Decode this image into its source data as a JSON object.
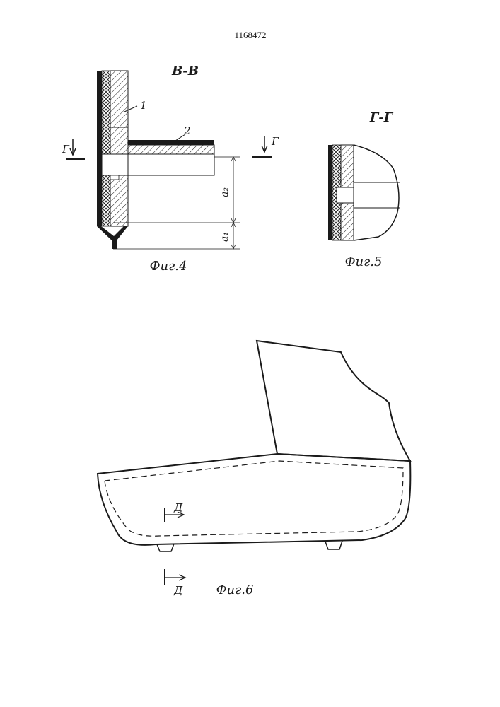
{
  "document": {
    "patent_number": "1168472"
  },
  "figures": [
    {
      "id": "fig4",
      "caption": "Фиг.4",
      "section_label": "В-В",
      "section_marker": "Г",
      "parts": [
        "1",
        "2"
      ],
      "dimensions": [
        "a₂",
        "a₁"
      ]
    },
    {
      "id": "fig5",
      "caption": "Фиг.5",
      "section_label": "Г-Г",
      "section_marker": "Г"
    },
    {
      "id": "fig6",
      "caption": "Фиг.6",
      "section_marker_top": "Д",
      "section_marker_bottom": "Д"
    }
  ],
  "colors": {
    "ink": "#1a1a1a",
    "paper": "#ffffff"
  }
}
